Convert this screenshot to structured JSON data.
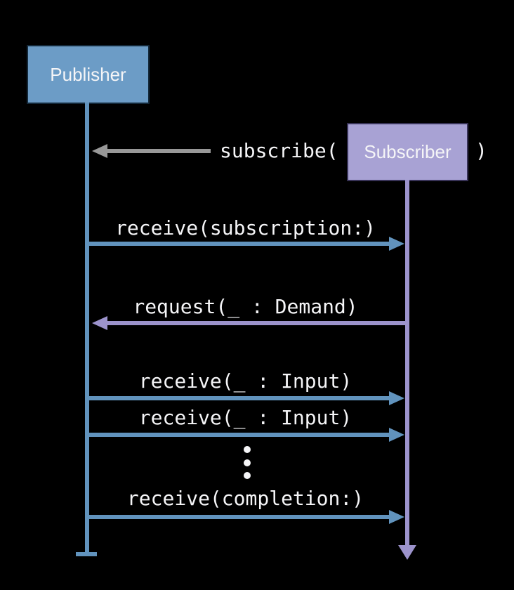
{
  "diagram": {
    "type": "sequence-diagram",
    "topic": "Publisher-Subscriber message flow"
  },
  "actors": {
    "publisher": {
      "label": "Publisher",
      "fill": "#6c9cc6",
      "lifeline_end": "t-bar"
    },
    "subscriber": {
      "label": "Subscriber",
      "fill": "#a8a2d4",
      "lifeline_end": "arrow-down"
    }
  },
  "messages": {
    "subscribe": {
      "label": "subscribe(",
      "suffix": ")",
      "direction": "left",
      "color": "#989898"
    },
    "receive_subscription": {
      "label": "receive(subscription:)",
      "direction": "right",
      "color": "#6193bd"
    },
    "request_demand": {
      "label": "request(_ : Demand)",
      "direction": "left",
      "color": "#9c93cc"
    },
    "receive_input_1": {
      "label": "receive(_ : Input)",
      "direction": "right",
      "color": "#6193bd"
    },
    "receive_input_2": {
      "label": "receive(_ : Input)",
      "direction": "right",
      "color": "#6193bd"
    },
    "receive_completion": {
      "label": "receive(completion:)",
      "direction": "right",
      "color": "#6193bd"
    }
  },
  "ellipsis": {
    "dots": 3
  },
  "colors": {
    "background": "#000000",
    "publisher_blue": "#6c9cc6",
    "arrow_blue": "#6193bd",
    "subscriber_purple": "#a8a2d4",
    "arrow_purple": "#9c93cc",
    "gray_arrow": "#989898",
    "text": "#f5f5f7"
  }
}
